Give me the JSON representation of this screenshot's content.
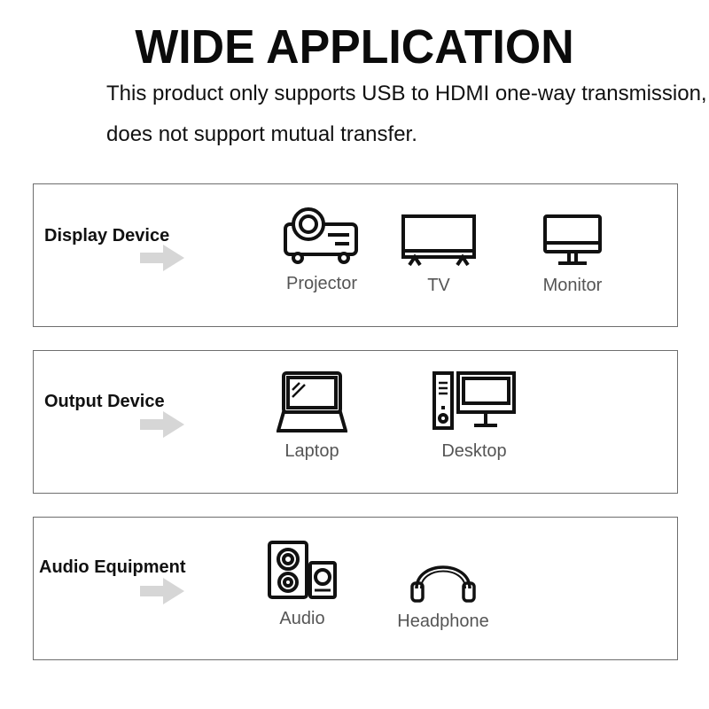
{
  "heading": "WIDE APPLICATION",
  "description": {
    "line1": "This product only supports USB to HDMI one-way transmission,",
    "line2": "does not support mutual transfer."
  },
  "categories": [
    {
      "label": "Display Device",
      "devices": [
        {
          "label": "Projector",
          "icon": "projector-icon"
        },
        {
          "label": "TV",
          "icon": "tv-icon"
        },
        {
          "label": "Monitor",
          "icon": "monitor-icon"
        }
      ]
    },
    {
      "label": "Output Device",
      "devices": [
        {
          "label": "Laptop",
          "icon": "laptop-icon"
        },
        {
          "label": "Desktop",
          "icon": "desktop-icon"
        }
      ]
    },
    {
      "label": "Audio Equipment",
      "devices": [
        {
          "label": "Audio",
          "icon": "speaker-icon"
        },
        {
          "label": "Headphone",
          "icon": "headphone-icon"
        }
      ]
    }
  ],
  "colors": {
    "text": "#111111",
    "device_label": "#555555",
    "border": "#6e6e6e",
    "arrow": "#d6d6d6"
  }
}
